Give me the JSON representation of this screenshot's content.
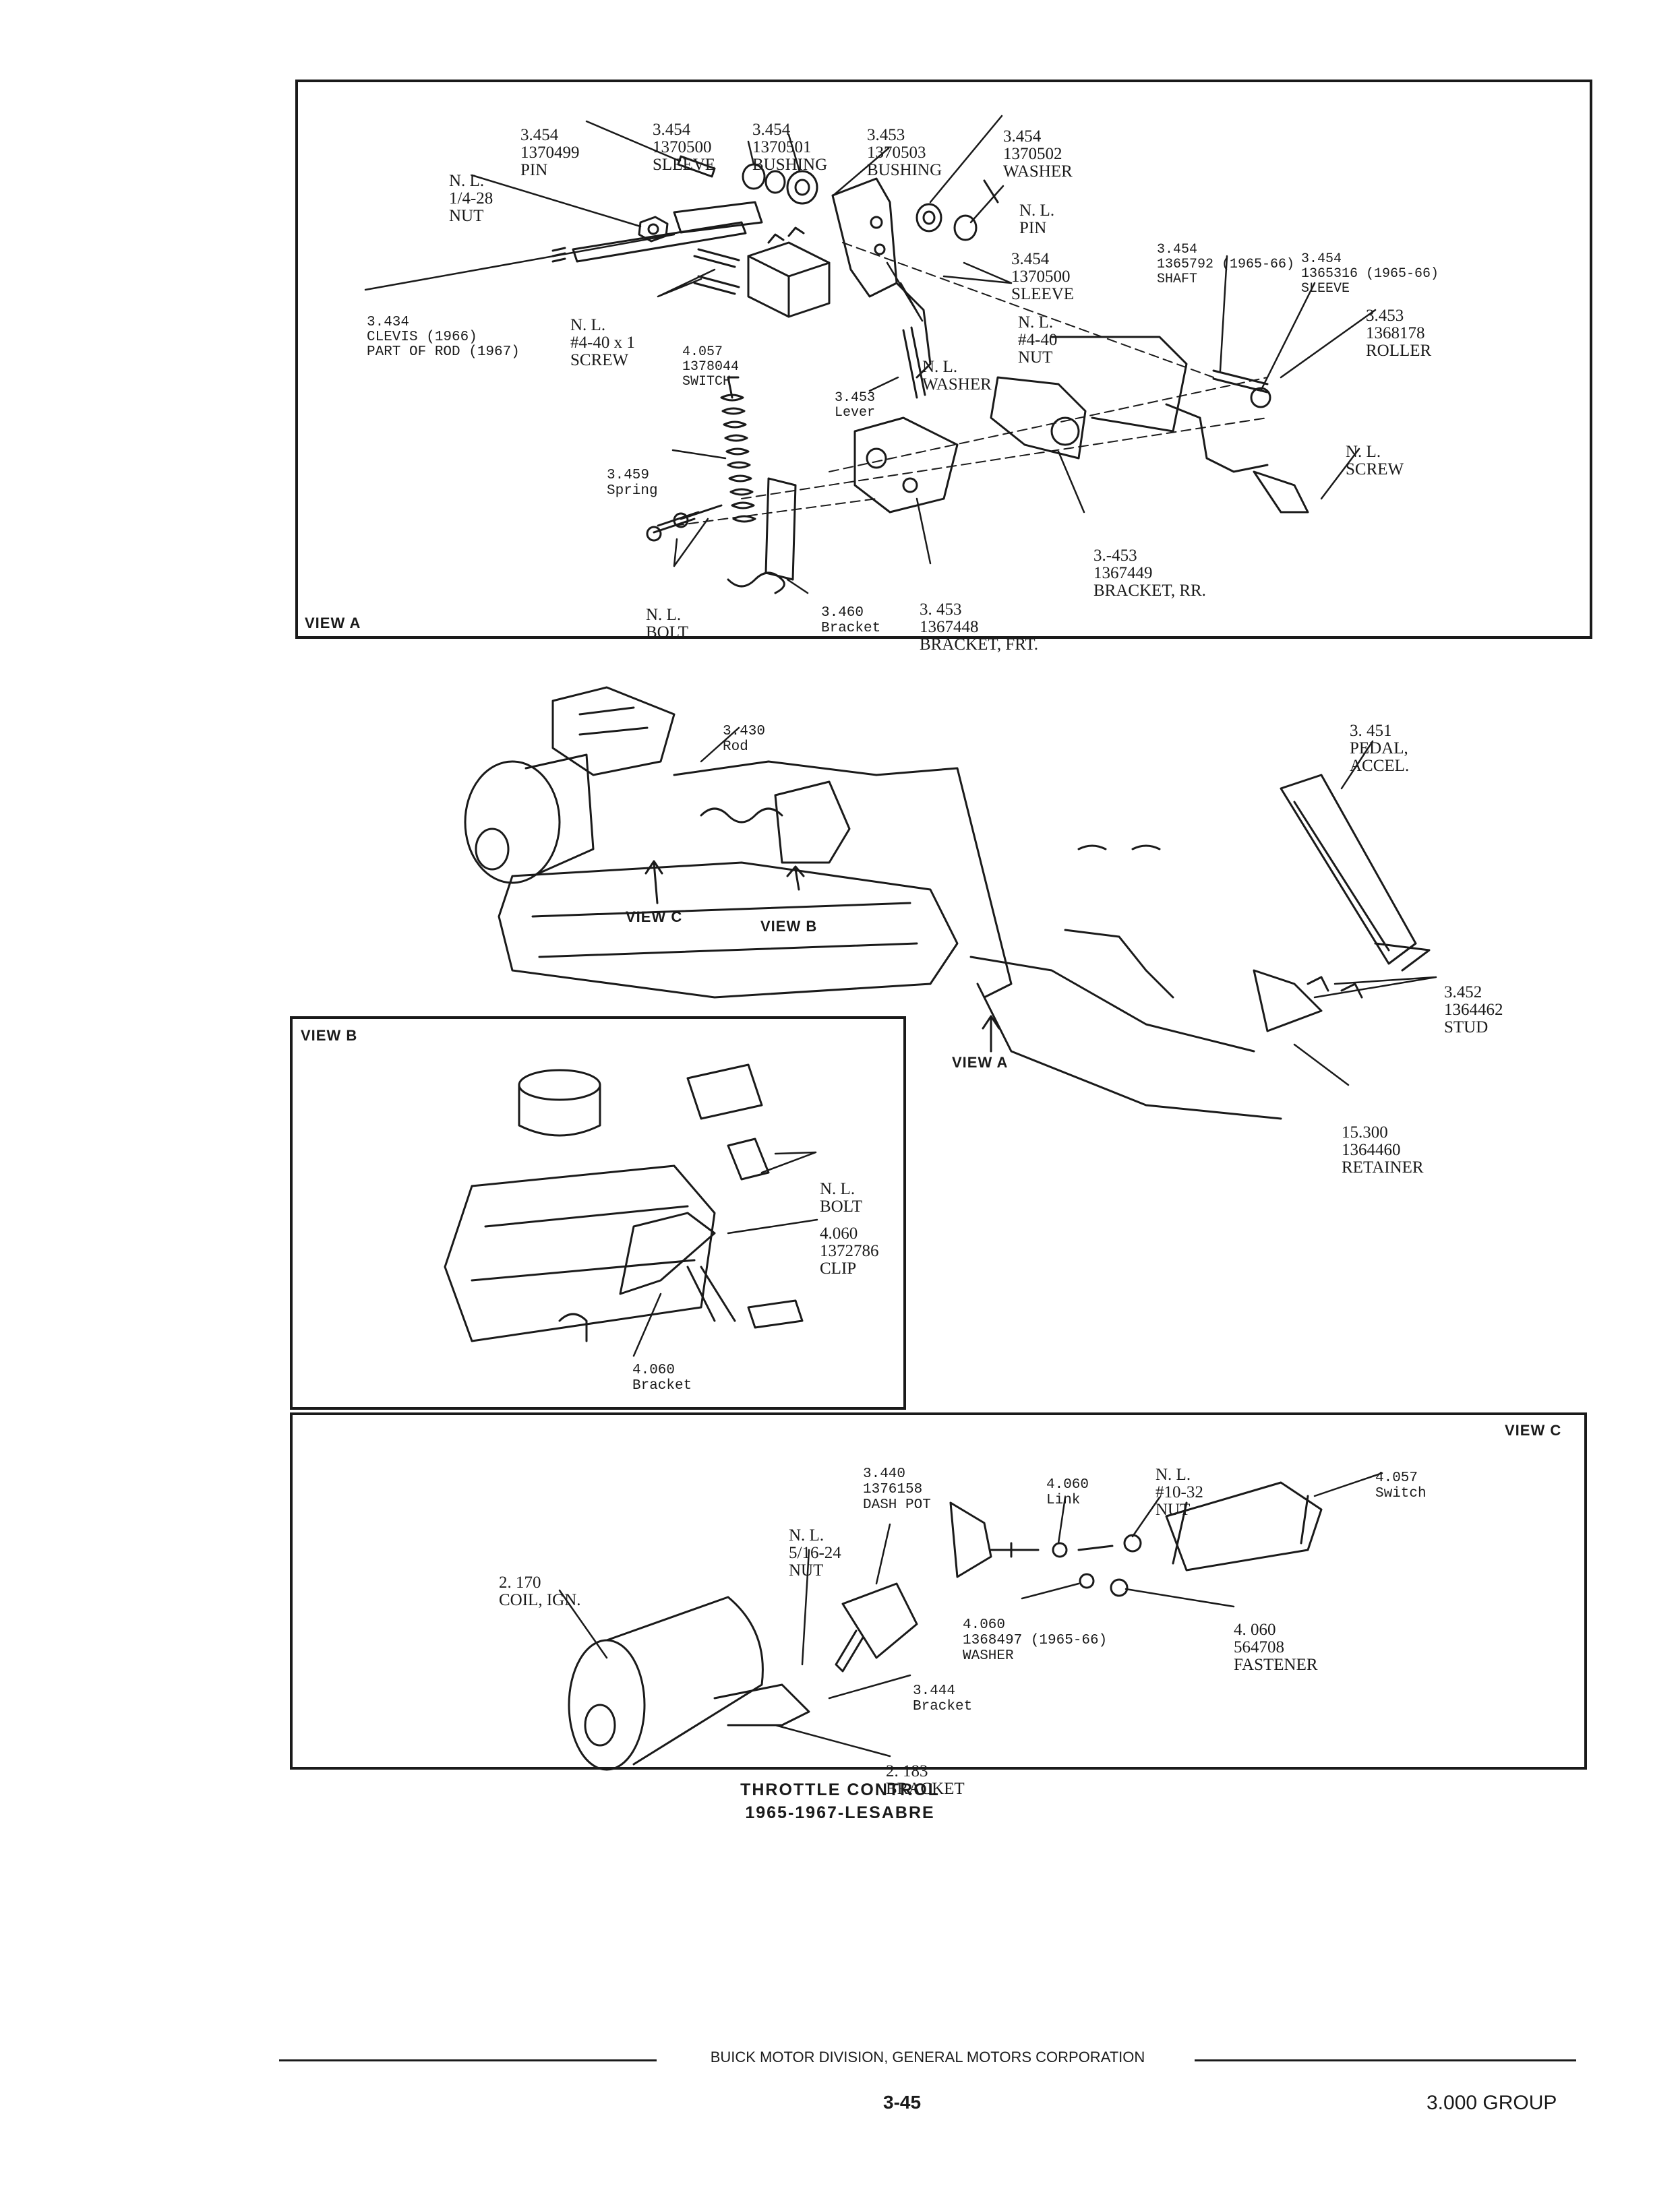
{
  "viewA": {
    "tag": "VIEW A",
    "callouts": {
      "nut_top": [
        "N. L.",
        "1/4-28",
        "NUT"
      ],
      "pin": [
        "3.454",
        "1370499",
        "PIN"
      ],
      "sleeve": [
        "3.454",
        "1370500",
        "SLEEVE"
      ],
      "bushing1": [
        "3.454",
        "1370501",
        "BUSHING"
      ],
      "bushing2": [
        "3.453",
        "1370503",
        "BUSHING"
      ],
      "washer": [
        "3.454",
        "1370502",
        "WASHER"
      ],
      "nl_pin": [
        "N. L.",
        "PIN"
      ],
      "sleeve2": [
        "3.454",
        "1370500",
        "SLEEVE"
      ],
      "nut440": [
        "N. L.",
        "#4-40",
        "NUT"
      ],
      "shaft": [
        "3.454",
        "1365792 (1965-66)",
        "SHAFT"
      ],
      "sleeve3": [
        "3.454",
        "1365316 (1965-66)",
        "SLEEVE"
      ],
      "roller": [
        "3.453",
        "1368178",
        "ROLLER"
      ],
      "clevis": [
        "3.434",
        "CLEVIS (1966)",
        "PART OF ROD (1967)"
      ],
      "screw440": [
        "N. L.",
        "#4-40 x 1",
        "SCREW"
      ],
      "switch": [
        "4.057",
        "1378044",
        "SWITCH"
      ],
      "washer_nl": [
        "N. L.",
        "WASHER"
      ],
      "lever": [
        "3.453",
        "Lever"
      ],
      "screw_nl": [
        "N. L.",
        "SCREW"
      ],
      "spring": [
        "3.459",
        "Spring"
      ],
      "bracket_rr": [
        "3.-453",
        "1367449",
        "BRACKET, RR."
      ],
      "bolt": [
        "N. L.",
        "BOLT"
      ],
      "bracket": [
        "3.460",
        "Bracket"
      ],
      "bracket_frt": [
        "3. 453",
        "1367448",
        "BRACKET, FRT."
      ]
    }
  },
  "main": {
    "rod": [
      "3.430",
      "Rod"
    ],
    "pedal": [
      "3. 451",
      "PEDAL,",
      "ACCEL."
    ],
    "stud": [
      "3.452",
      "1364462",
      "STUD"
    ],
    "retainer": [
      "15.300",
      "1364460",
      "RETAINER"
    ],
    "view_c": "VIEW C",
    "view_b": "VIEW B",
    "view_a": "VIEW A"
  },
  "viewB": {
    "tag": "VIEW B",
    "bolt": [
      "N. L.",
      "BOLT"
    ],
    "clip": [
      "4.060",
      "1372786",
      "CLIP"
    ],
    "bracket": [
      "4.060",
      "Bracket"
    ]
  },
  "viewC": {
    "tag": "VIEW C",
    "dashpot": [
      "3.440",
      "1376158",
      "DASH POT"
    ],
    "link": [
      "4.060",
      "Link"
    ],
    "nut1032": [
      "N. L.",
      "#10-32",
      "NUT"
    ],
    "switch": [
      "4.057",
      "Switch"
    ],
    "nut516": [
      "N. L.",
      "5/16-24",
      "NUT"
    ],
    "coil": [
      "2. 170",
      "COIL, IGN."
    ],
    "washer": [
      "4.060",
      "1368497 (1965-66)",
      "WASHER"
    ],
    "fastener": [
      "4. 060",
      "564708",
      "FASTENER"
    ],
    "bracket344": [
      "3.444",
      "Bracket"
    ],
    "bracket183": [
      "2. 183",
      "BRACKET"
    ]
  },
  "caption": {
    "line1": "THROTTLE CONTROL",
    "line2": "1965-1967-LESABRE"
  },
  "footer": {
    "division": "BUICK MOTOR DIVISION, GENERAL MOTORS CORPORATION",
    "page": "3-45",
    "group": "3.000 GROUP"
  }
}
